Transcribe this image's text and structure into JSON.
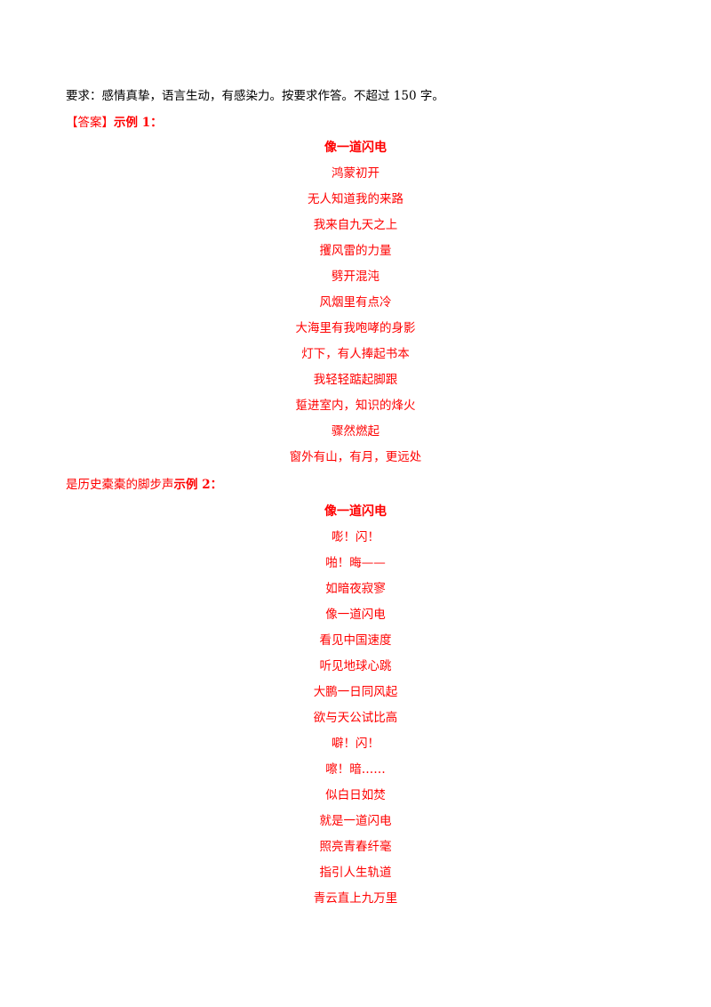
{
  "requirement": "要求：感情真挚，语言生动，有感染力。按要求作答。不超过 150 字。",
  "answer_bracket": "【答案】",
  "example1_label": "示例 1：",
  "example1": {
    "title": "像一道闪电",
    "lines": [
      "鸿蒙初开",
      "无人知道我的来路",
      "我来自九天之上",
      "攫风雷的力量",
      "劈开混沌",
      "风烟里有点冷",
      "大海里有我咆哮的身影",
      "灯下，有人捧起书本",
      "我轻轻踮起脚跟",
      "踅进室内，知识的烽火",
      "骤然燃起",
      "窗外有山，有月，更远处"
    ]
  },
  "example1_tail": "是历史橐橐的脚步声",
  "example2_label": "示例 2：",
  "example2": {
    "title": "像一道闪电",
    "lines": [
      "嘭！闪！",
      "啪！晦——",
      "如暗夜寂寥",
      "像一道闪电",
      "看见中国速度",
      "听见地球心跳",
      "大鹏一日同风起",
      "欲与天公试比高",
      "噼！闪！",
      "嚓！暗……",
      "似白日如焚",
      "就是一道闪电",
      "照亮青春纤毫",
      "指引人生轨道",
      "青云直上九万里"
    ]
  }
}
